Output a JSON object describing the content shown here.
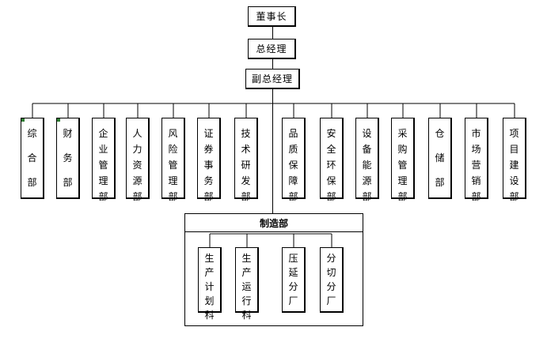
{
  "chairman": "董事长",
  "general_manager": "总经理",
  "deputy_general_manager": "副总经理",
  "departments": [
    {
      "name": "综合部"
    },
    {
      "name": "财务部"
    },
    {
      "name": "企业管理部"
    },
    {
      "name": "人力资源部"
    },
    {
      "name": "风险管理部"
    },
    {
      "name": "证券事务部"
    },
    {
      "name": "技术研发部"
    },
    {
      "name": "品质保障部"
    },
    {
      "name": "安全环保部"
    },
    {
      "name": "设备能源部"
    },
    {
      "name": "采购管理部"
    },
    {
      "name": "仓储部"
    },
    {
      "name": "市场营销部"
    },
    {
      "name": "项目建设部"
    }
  ],
  "manufacturing": {
    "title": "制造部",
    "units": [
      {
        "name": "生产计划科"
      },
      {
        "name": "生产运行科"
      },
      {
        "name": "压延分厂"
      },
      {
        "name": "分切分厂"
      }
    ]
  },
  "colors": {
    "line": "#000000",
    "accent": "#2e7d32"
  }
}
